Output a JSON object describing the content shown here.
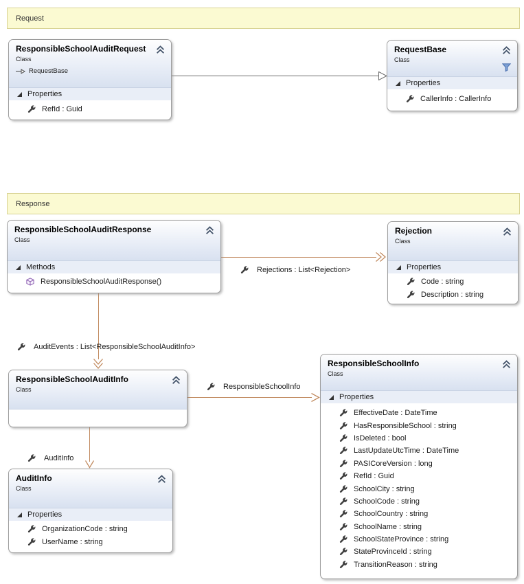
{
  "bands": {
    "request": "Request",
    "response": "Response"
  },
  "classes": {
    "responsibleSchoolAuditRequest": {
      "title": "ResponsibleSchoolAuditRequest",
      "kind": "Class",
      "base": "RequestBase",
      "section": "Properties",
      "properties": [
        "RefId : Guid"
      ]
    },
    "requestBase": {
      "title": "RequestBase",
      "kind": "Class",
      "section": "Properties",
      "properties": [
        "CallerInfo : CallerInfo"
      ]
    },
    "responsibleSchoolAuditResponse": {
      "title": "ResponsibleSchoolAuditResponse",
      "kind": "Class",
      "section": "Methods",
      "methods": [
        "ResponsibleSchoolAuditResponse()"
      ]
    },
    "rejection": {
      "title": "Rejection",
      "kind": "Class",
      "section": "Properties",
      "properties": [
        "Code : string",
        "Description : string"
      ]
    },
    "responsibleSchoolAuditInfo": {
      "title": "ResponsibleSchoolAuditInfo",
      "kind": "Class"
    },
    "responsibleSchoolInfo": {
      "title": "ResponsibleSchoolInfo",
      "kind": "Class",
      "section": "Properties",
      "properties": [
        "EffectiveDate : DateTime",
        "HasResponsibleSchool : string",
        "IsDeleted : bool",
        "LastUpdateUtcTime : DateTime",
        "PASICoreVersion : long",
        "RefId : Guid",
        "SchoolCity : string",
        "SchoolCode : string",
        "SchoolCountry : string",
        "SchoolName : string",
        "SchoolStateProvince : string",
        "StateProvinceId : string",
        "TransitionReason : string"
      ]
    },
    "auditInfo": {
      "title": "AuditInfo",
      "kind": "Class",
      "section": "Properties",
      "properties": [
        "OrganizationCode : string",
        "UserName : string"
      ]
    }
  },
  "connectors": {
    "rejections": "Rejections : List<Rejection>",
    "auditEvents": "AuditEvents : List<ResponsibleSchoolAuditInfo>",
    "responsibleSchoolInfo": "ResponsibleSchoolInfo",
    "auditInfo": "AuditInfo"
  },
  "colors": {
    "association": "#c18a5f",
    "inheritance": "#6b6b6b",
    "band_fill": "#fbfad2",
    "header_gradient_end": "#d8e1f0",
    "section_fill": "#e9eef7"
  }
}
